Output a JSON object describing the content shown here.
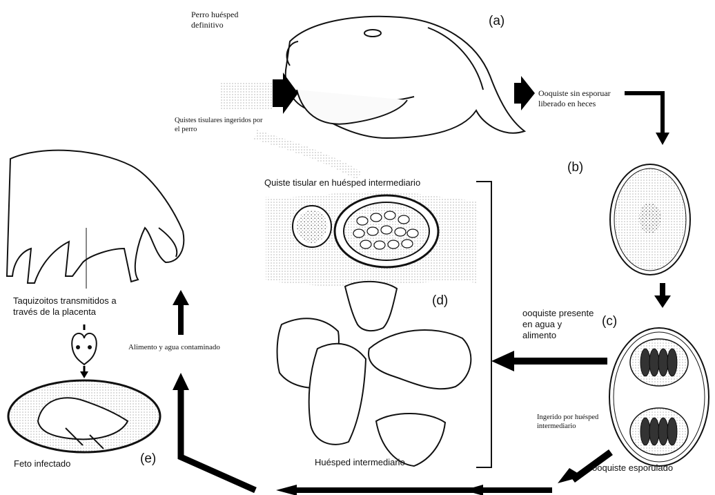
{
  "diagram": {
    "labels": {
      "dog_host": "Perro huésped\ndefinitivo",
      "oocyst_unsporulated": "Ooquiste sin esporuar\nliberado en heces",
      "cysts_ingested": "Quistes tisulares ingeridos por\nel perro",
      "tissue_cyst": "Quiste tisular en huésped intermediario",
      "tachyzoites": "Taquizoitos transmitidos a\ntravés de la placenta",
      "food_water": "Alimento y agua contaminado",
      "oocyst_present": "ooquiste presente\nen agua y\nalimento",
      "ingested_intermediate": "Ingerido por huésped\nintermediario",
      "infected_fetus": "Feto infectado",
      "intermediate_host": "Huésped intermediario",
      "oocyst_sporulated": "ooquiste esporulado"
    },
    "tags": {
      "a": "(a)",
      "b": "(b)",
      "c": "(c)",
      "d": "(d)",
      "e": "(e)"
    }
  }
}
